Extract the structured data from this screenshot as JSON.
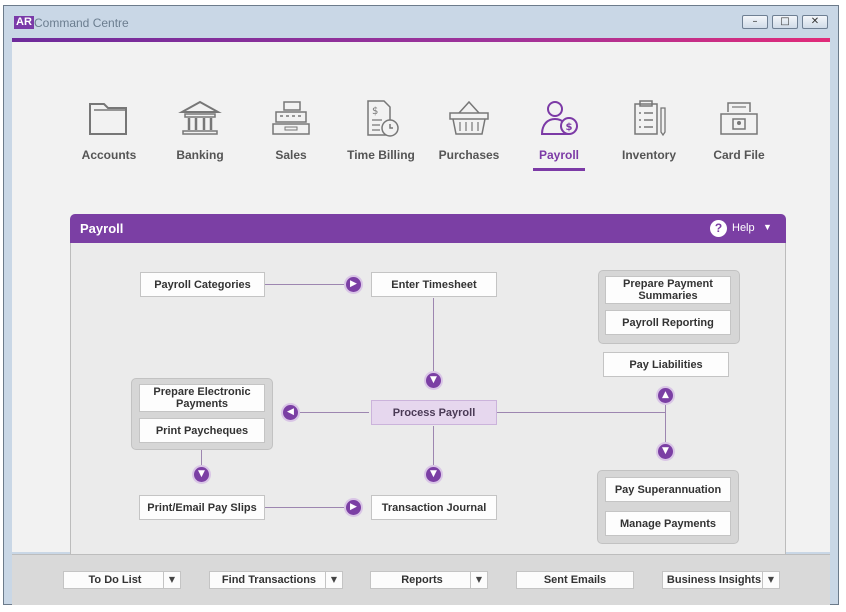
{
  "window": {
    "logo": "AR",
    "title": "Command Centre",
    "minimize_glyph": "–",
    "maximize_glyph": "□",
    "close_glyph": "✕"
  },
  "nav": [
    {
      "id": "accounts",
      "label": "Accounts",
      "icon": "folder-icon"
    },
    {
      "id": "banking",
      "label": "Banking",
      "icon": "bank-icon"
    },
    {
      "id": "sales",
      "label": "Sales",
      "icon": "cash-register-icon"
    },
    {
      "id": "time-billing",
      "label": "Time Billing",
      "icon": "timesheet-clock-icon"
    },
    {
      "id": "purchases",
      "label": "Purchases",
      "icon": "basket-icon"
    },
    {
      "id": "payroll",
      "label": "Payroll",
      "icon": "person-dollar-icon",
      "active": true
    },
    {
      "id": "inventory",
      "label": "Inventory",
      "icon": "clipboard-icon"
    },
    {
      "id": "card-file",
      "label": "Card File",
      "icon": "card-file-icon"
    }
  ],
  "panel": {
    "title": "Payroll",
    "help_label": "Help",
    "help_glyph": "?",
    "help_caret": "▼"
  },
  "flow": {
    "payroll_categories": "Payroll Categories",
    "enter_timesheet": "Enter Timesheet",
    "prepare_payment_summaries": "Prepare Payment Summaries",
    "payroll_reporting": "Payroll Reporting",
    "pay_liabilities": "Pay Liabilities",
    "prepare_electronic_payments": "Prepare Electronic Payments",
    "print_paycheques": "Print Paycheques",
    "process_payroll": "Process Payroll",
    "print_email_pay_slips": "Print/Email Pay Slips",
    "transaction_journal": "Transaction Journal",
    "pay_superannuation": "Pay Superannuation",
    "manage_payments": "Manage Payments"
  },
  "arrows": {
    "right": "▶",
    "left": "◀",
    "down": "▼",
    "up": "▲"
  },
  "footer": [
    {
      "label": "To Do List",
      "has_dropdown": true
    },
    {
      "label": "Find Transactions",
      "has_dropdown": true
    },
    {
      "label": "Reports",
      "has_dropdown": true
    },
    {
      "label": "Sent Emails",
      "has_dropdown": false
    },
    {
      "label": "Business Insights",
      "has_dropdown": true
    }
  ],
  "footer_dropdown_glyph": "▼",
  "colors": {
    "accent": "#7b3fa4",
    "accent_gradient_end": "#e12b79",
    "highlight": "#e6d7ee"
  }
}
